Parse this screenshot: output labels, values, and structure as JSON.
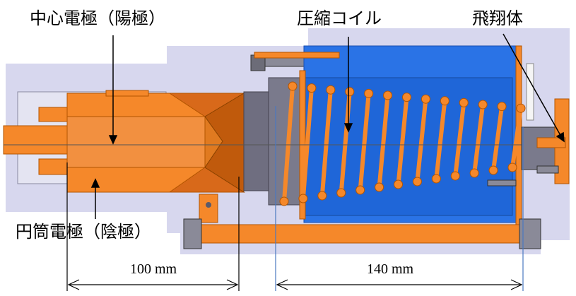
{
  "labels": {
    "center_electrode": "中心電極（陽極）",
    "cylinder_electrode": "円筒電極（陰極）",
    "compression_coil": "圧縮コイル",
    "projectile": "飛翔体"
  },
  "dimensions": {
    "left_length": "100 mm",
    "right_length": "140 mm"
  },
  "colors": {
    "background_lavender": "#d7d7ee",
    "orange": "#f5882a",
    "dark_orange": "#c55e10",
    "blue": "#2a73e6",
    "gray": "#6c6c78"
  },
  "coil": {
    "turns": 13
  }
}
